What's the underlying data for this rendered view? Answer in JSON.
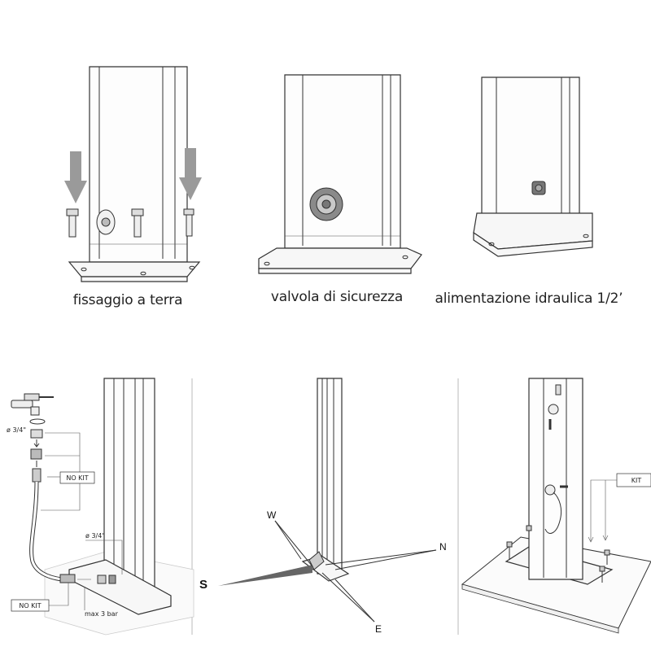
{
  "top_panels": {
    "ground_fixing": {
      "caption": "fissaggio a terra"
    },
    "safety_valve": {
      "caption": "valvola di sicurezza"
    },
    "water_supply": {
      "caption": "alimentazione idraulica 1/2’"
    }
  },
  "bottom_panels": {
    "connection": {
      "diameter_tap": "ø 3/4\"",
      "no_kit_upper": "NO KIT",
      "no_kit_lower": "NO KIT",
      "diameter_inlet": "ø 3/4\"",
      "max_pressure": "max 3 bar"
    },
    "orientation": {
      "north": "N",
      "south": "S",
      "east": "E",
      "west": "W"
    },
    "mounting": {
      "kit": "KIT"
    }
  },
  "colors": {
    "line": "#333333",
    "arrow_gray": "#9a9a9a",
    "wedge_gray": "#666666",
    "background": "#ffffff"
  }
}
